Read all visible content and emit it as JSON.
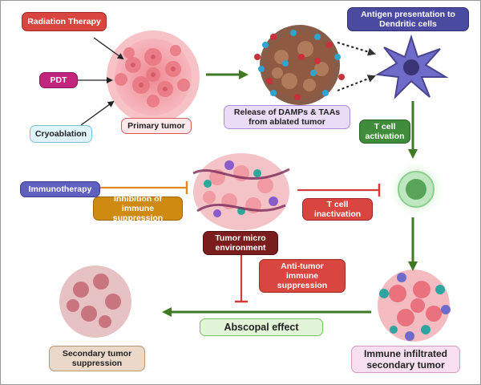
{
  "labels": {
    "radiation_therapy": "Radiation Therapy",
    "pdt": "PDT",
    "cryoablation": "Cryoablation",
    "primary_tumor": "Primary tumor",
    "release_damps": "Release of DAMPs & TAAs\nfrom ablated tumor",
    "antigen_presentation": "Antigen presentation to\nDendritic cells",
    "t_cell_activation": "T cell\nactivation",
    "immunotherapy": "Immunotherapy",
    "inhibition_immune_suppression": "Inhibition of immune\nsuppression",
    "t_cell_inactivation": "T cell\ninactivation",
    "tumor_micro_environment": "Tumor micro\nenvironment",
    "anti_tumor_immune_suppression": "Anti-tumor\nimmune\nsuppression",
    "abscopal_effect": "Abscopal effect",
    "immune_infiltrated_secondary_tumor": "Immune infiltrated\nsecondary tumor",
    "secondary_tumor_suppression": "Secondary tumor\nsuppression"
  },
  "colors": {
    "red_box": "#d9453f",
    "pink_box": "#c2257c",
    "cyan_box": "#dff4fb",
    "indigo_box": "#4a4aa0",
    "green_box": "#3f8c3a",
    "lavender_box": "#eadcf7",
    "orange_box": "#cf8a12",
    "dark_red_box": "#7a1d1d",
    "light_green_box": "#e3f5d9",
    "light_pink_box": "#f7dff0",
    "tan_box": "#ead8c8",
    "arrow_green": "#3f7a22",
    "arrow_red": "#d33a3a",
    "arrow_orange": "#e08a1e"
  }
}
